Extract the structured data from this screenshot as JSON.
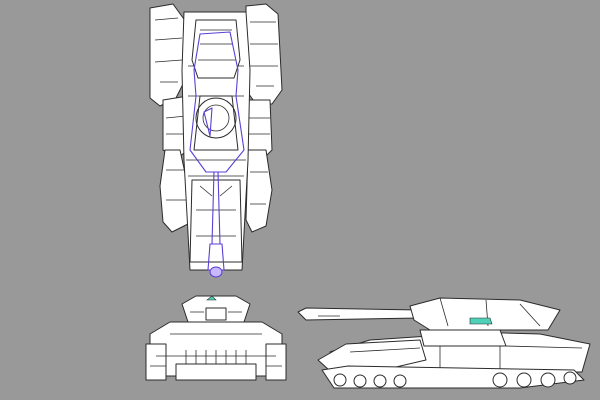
{
  "canvas": {
    "background_color": "#999999"
  },
  "drawing": {
    "fill_color": "#ffffff",
    "line_color": "#2b2b2b",
    "overlay_line_color": "#5b3fd6",
    "accent_color": "#4fd0b8",
    "views": [
      {
        "id": "top",
        "label": "top-view"
      },
      {
        "id": "front",
        "label": "front-view"
      },
      {
        "id": "side",
        "label": "side-view"
      }
    ]
  }
}
